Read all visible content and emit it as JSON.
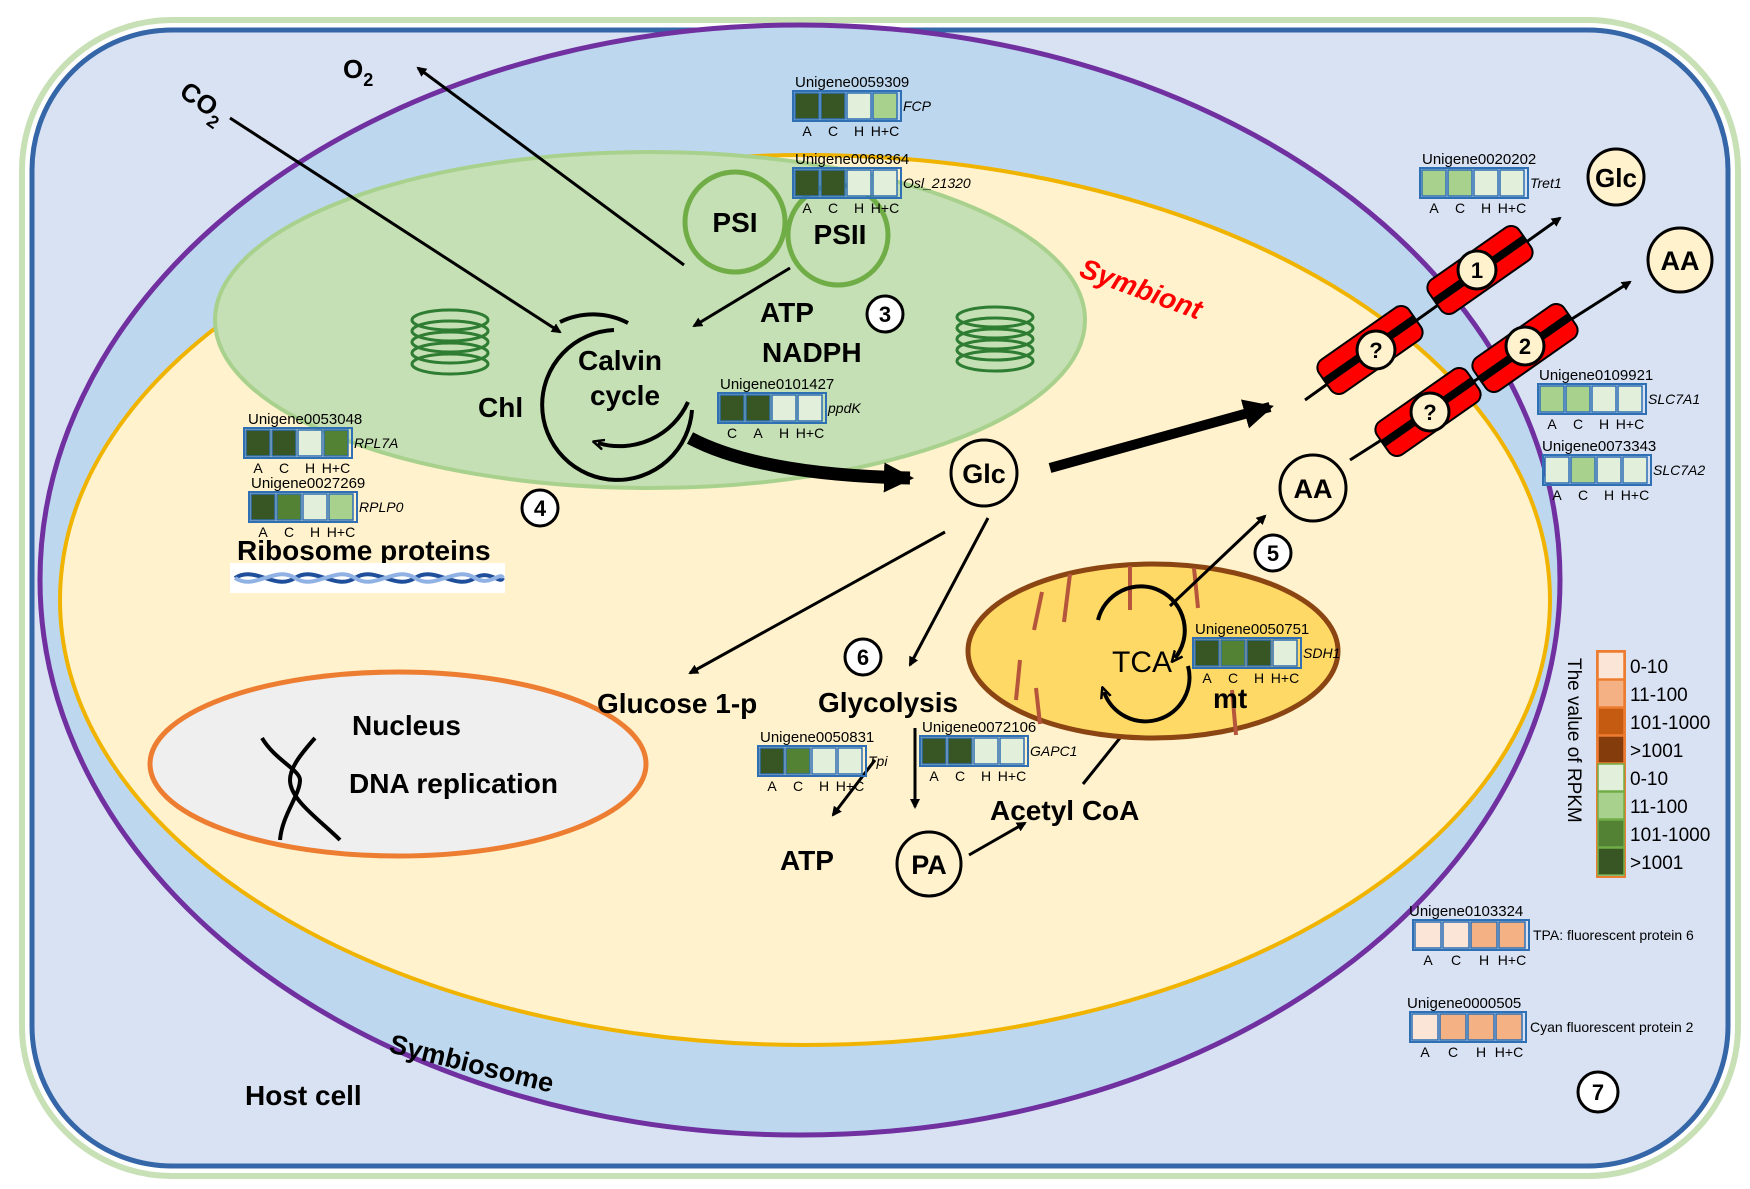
{
  "colors": {
    "host_fill": "#d9e2f3",
    "host_border": "#3566a8",
    "symbiosome_fill": "#bdd7ee",
    "symbiosome_border": "#7030a0",
    "symbiont_fill": "#fff2cc",
    "symbiont_border": "#f0b400",
    "chloroplast_fill": "#c5e0b4",
    "chloroplast_border": "#a9d18e",
    "mito_fill": "#ffd966",
    "mito_border": "#8b4513",
    "nucleus_fill": "#efefef",
    "nucleus_border": "#ed7d31",
    "transporter": "#ff0000",
    "symbiont_label": "#ff0000"
  },
  "labels": {
    "co2": "CO",
    "co2_sub": "2",
    "o2": "O",
    "o2_sub": "2",
    "psi": "PSI",
    "psii": "PSII",
    "calvin_line1": "Calvin",
    "calvin_line2": "cycle",
    "atp_top": "ATP",
    "nadph": "NADPH",
    "chl": "Chl",
    "symbiont": "Symbiont",
    "glc_center": "Glc",
    "glc_out": "Glc",
    "aa_out": "AA",
    "aa_center": "AA",
    "ribosome": "Ribosome proteins",
    "nucleus": "Nucleus",
    "dna_replication": "DNA replication",
    "glucose1p": "Glucose 1-p",
    "glycolysis": "Glycolysis",
    "tca": "TCA",
    "mt": "mt",
    "atp_bottom": "ATP",
    "pa": "PA",
    "acetyl_coa": "Acetyl CoA",
    "host_cell": "Host cell",
    "symbiosome": "Symbiosome",
    "unknown": "?",
    "step_1": "1",
    "step_2": "2",
    "step_3": "3",
    "step_4": "4",
    "step_5": "5",
    "step_6": "6",
    "step_7": "7"
  },
  "genes": [
    {
      "id": "Unigene0059309",
      "name": "FCP",
      "italic": true,
      "conditions": [
        "A",
        "C",
        "H",
        "H+C"
      ],
      "colors": [
        "#375623",
        "#375623",
        "#e2efda",
        "#a9d18e"
      ]
    },
    {
      "id": "Unigene0068364",
      "name": "Osl_21320",
      "italic": true,
      "conditions": [
        "A",
        "C",
        "H",
        "H+C"
      ],
      "colors": [
        "#375623",
        "#375623",
        "#e2efda",
        "#e2efda"
      ]
    },
    {
      "id": "Unigene0101427",
      "name": "ppdK",
      "italic": true,
      "conditions": [
        "C",
        "A",
        "H",
        "H+C"
      ],
      "colors": [
        "#375623",
        "#375623",
        "#e2efda",
        "#e2efda"
      ]
    },
    {
      "id": "Unigene0053048",
      "name": "RPL7A",
      "italic": true,
      "conditions": [
        "A",
        "C",
        "H",
        "H+C"
      ],
      "colors": [
        "#375623",
        "#375623",
        "#e2efda",
        "#548235"
      ]
    },
    {
      "id": "Unigene0027269",
      "name": "RPLP0",
      "italic": true,
      "conditions": [
        "A",
        "C",
        "H",
        "H+C"
      ],
      "colors": [
        "#375623",
        "#548235",
        "#e2efda",
        "#a9d18e"
      ]
    },
    {
      "id": "Unigene0020202",
      "name": "Tret1",
      "italic": true,
      "conditions": [
        "A",
        "C",
        "H",
        "H+C"
      ],
      "colors": [
        "#a9d18e",
        "#a9d18e",
        "#e2efda",
        "#e2efda"
      ]
    },
    {
      "id": "Unigene0109921",
      "name": "SLC7A1",
      "italic": true,
      "conditions": [
        "A",
        "C",
        "H",
        "H+C"
      ],
      "colors": [
        "#a9d18e",
        "#a9d18e",
        "#e2efda",
        "#e2efda"
      ]
    },
    {
      "id": "Unigene0073343",
      "name": "SLC7A2",
      "italic": true,
      "conditions": [
        "A",
        "C",
        "H",
        "H+C"
      ],
      "colors": [
        "#e2efda",
        "#a9d18e",
        "#e2efda",
        "#e2efda"
      ]
    },
    {
      "id": "Unigene0050751",
      "name": "SDH1",
      "italic": true,
      "conditions": [
        "A",
        "C",
        "H",
        "H+C"
      ],
      "colors": [
        "#375623",
        "#548235",
        "#375623",
        "#e2efda"
      ]
    },
    {
      "id": "Unigene0050831",
      "name": "Tpi",
      "italic": true,
      "conditions": [
        "A",
        "C",
        "H",
        "H+C"
      ],
      "colors": [
        "#375623",
        "#548235",
        "#e2efda",
        "#e2efda"
      ]
    },
    {
      "id": "Unigene0072106",
      "name": "GAPC1",
      "italic": true,
      "conditions": [
        "A",
        "C",
        "H",
        "H+C"
      ],
      "colors": [
        "#375623",
        "#375623",
        "#e2efda",
        "#e2efda"
      ]
    },
    {
      "id": "Unigene0103324",
      "name": "TPA: fluorescent protein 6",
      "italic": false,
      "conditions": [
        "A",
        "C",
        "H",
        "H+C"
      ],
      "colors": [
        "#fbe5d6",
        "#fbe5d6",
        "#f4b183",
        "#f4b183"
      ]
    },
    {
      "id": "Unigene0000505",
      "name": "Cyan fluorescent protein 2",
      "italic": false,
      "conditions": [
        "A",
        "C",
        "H",
        "H+C"
      ],
      "colors": [
        "#fbe5d6",
        "#f4b183",
        "#f4b183",
        "#f4b183"
      ]
    }
  ],
  "legend": {
    "title": "The value of RPKM",
    "orange": [
      {
        "label": "0-10",
        "color": "#fbe5d6"
      },
      {
        "label": "11-100",
        "color": "#f4b183"
      },
      {
        "label": "101-1000",
        "color": "#c55a11"
      },
      {
        "label": ">1001",
        "color": "#843c0c"
      }
    ],
    "green": [
      {
        "label": "0-10",
        "color": "#e2efda"
      },
      {
        "label": "11-100",
        "color": "#a9d18e"
      },
      {
        "label": "101-1000",
        "color": "#548235"
      },
      {
        "label": ">1001",
        "color": "#375623"
      }
    ]
  }
}
